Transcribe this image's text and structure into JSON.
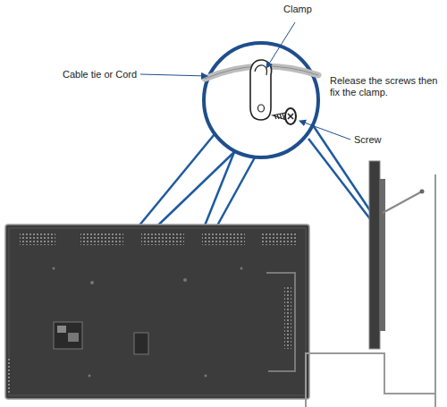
{
  "diagram": {
    "labels": [
      "Clamp",
      "Cable tie or Cord",
      "Release the screws then fix the clamp.",
      "Screw"
    ]
  }
}
